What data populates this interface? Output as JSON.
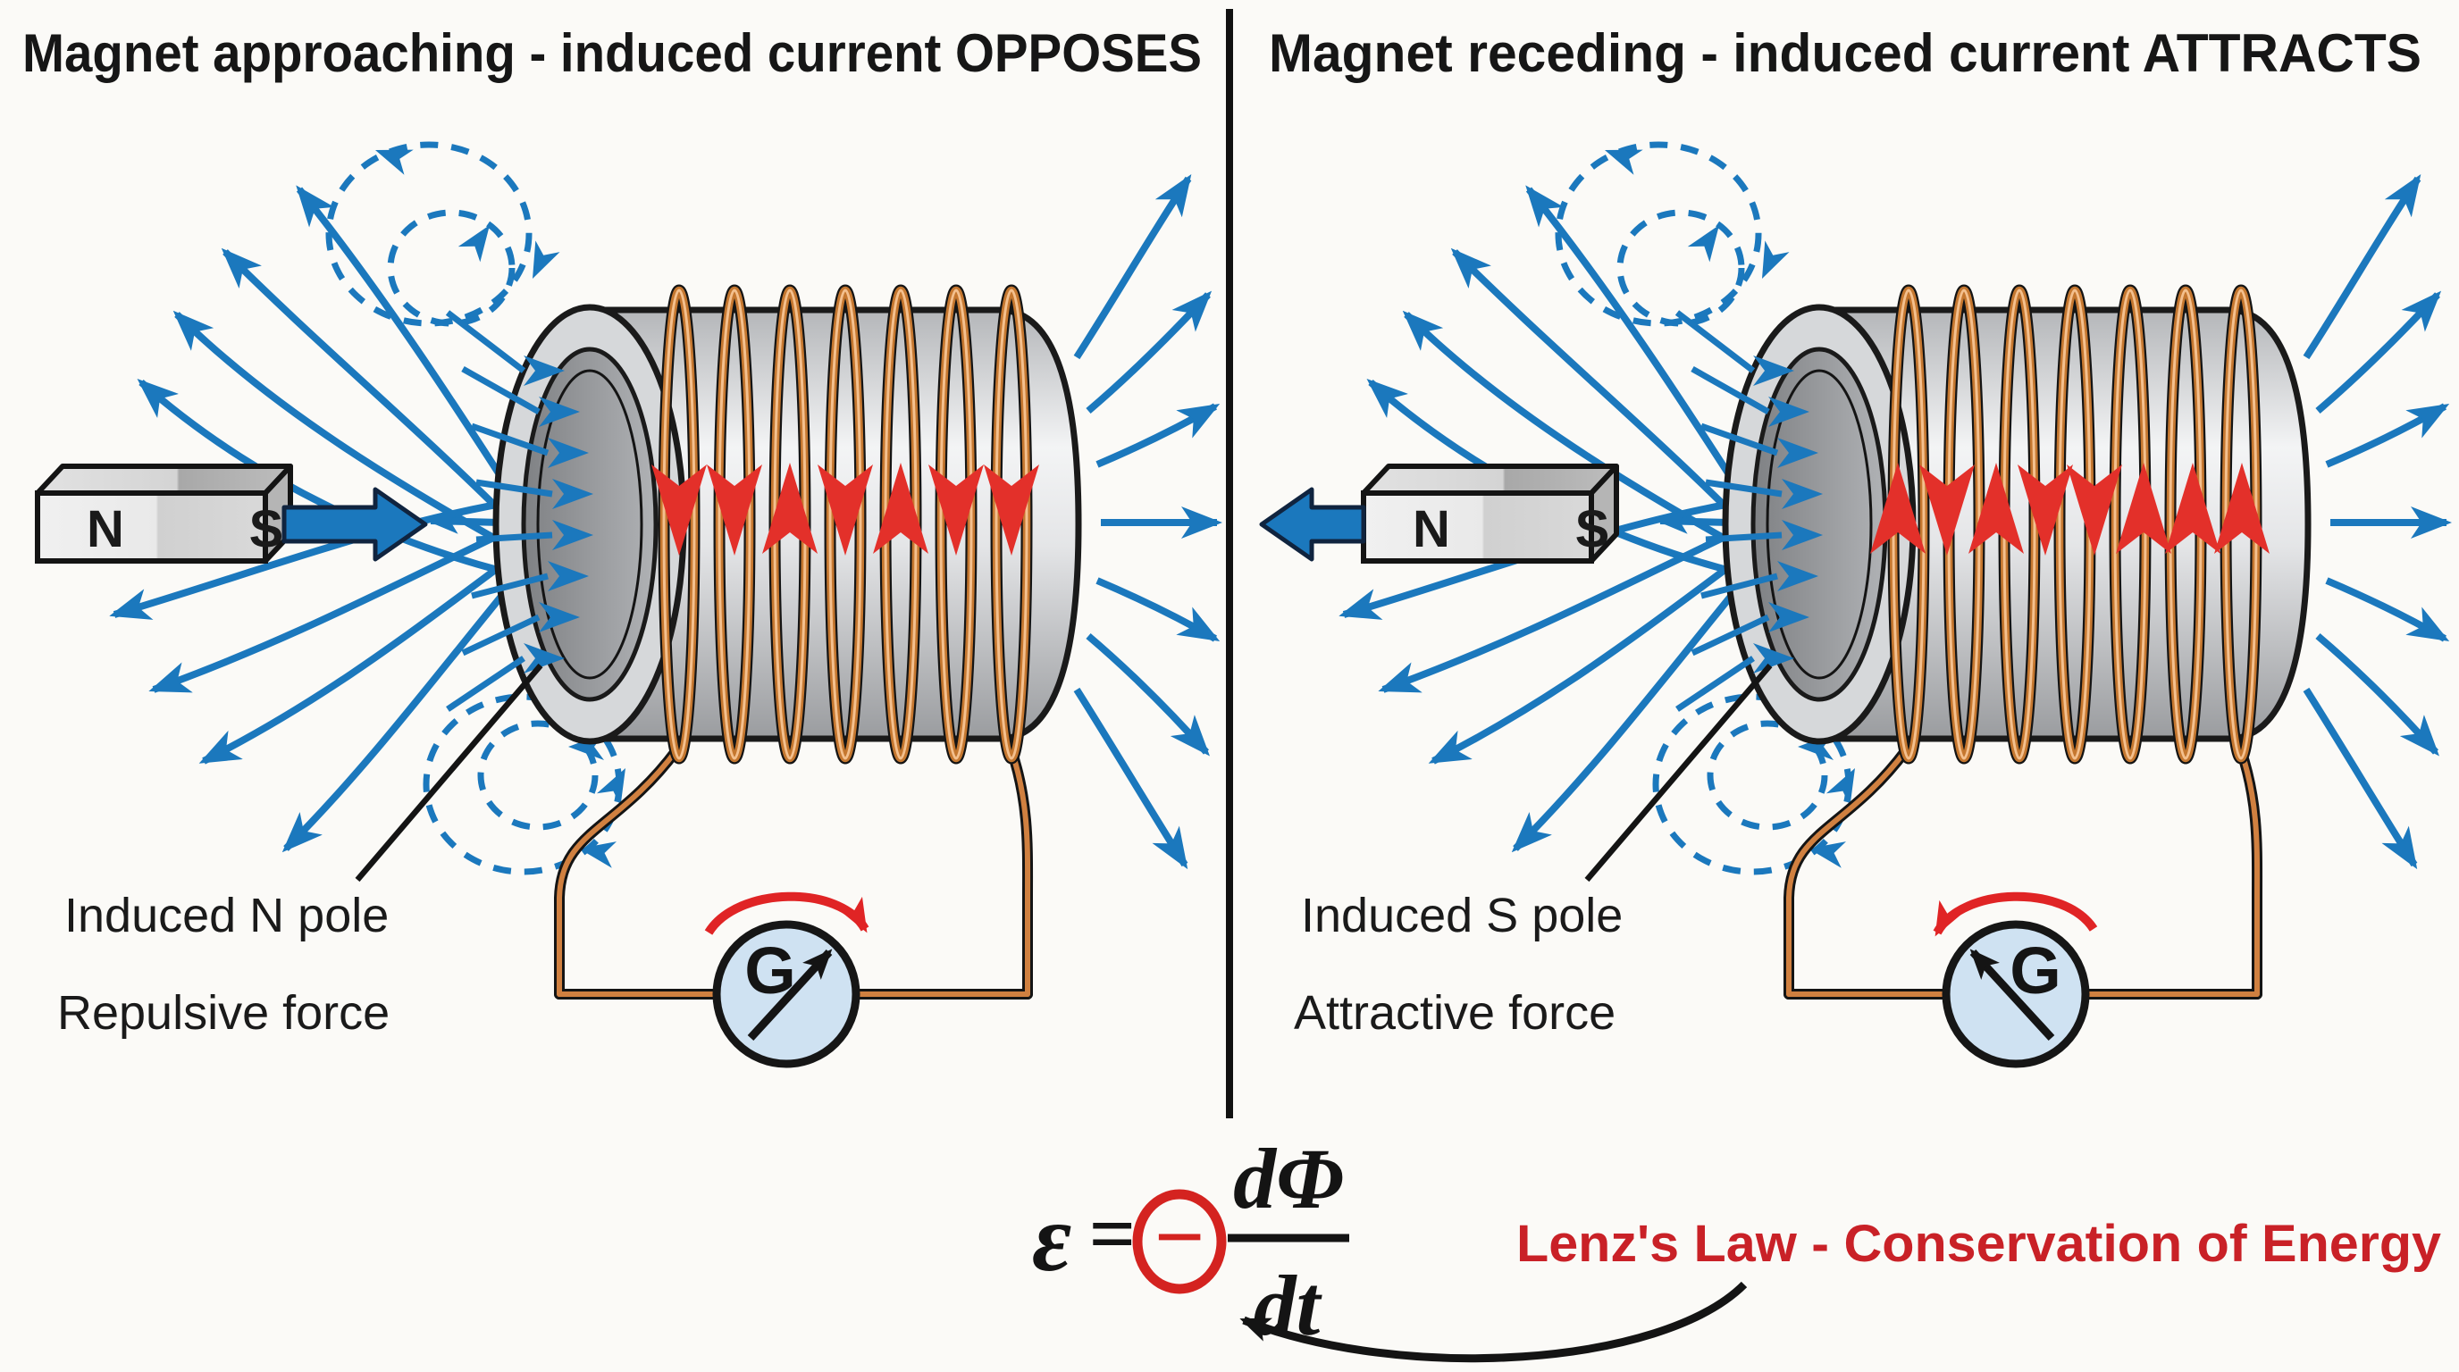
{
  "panels": [
    {
      "title": "Magnet approaching - induced current OPPOSES",
      "magnet": {
        "left_pole": "N",
        "right_pole": "S",
        "motion_direction": "right"
      },
      "coil": {
        "winding_turns": 7,
        "current_arrows": [
          "down",
          "down",
          "up",
          "down",
          "up",
          "down",
          "down"
        ]
      },
      "galvanometer": {
        "label": "G",
        "needle_direction": "up-right",
        "deflection_direction": "clockwise"
      },
      "annotations": {
        "pole_label": "Induced N pole",
        "force_label": "Repulsive force"
      }
    },
    {
      "title": "Magnet receding - induced current ATTRACTS",
      "magnet": {
        "left_pole": "N",
        "right_pole": "S",
        "motion_direction": "left"
      },
      "coil": {
        "winding_turns": 7,
        "current_arrows": [
          "up",
          "down",
          "up",
          "down",
          "down",
          "up",
          "up",
          "up"
        ]
      },
      "galvanometer": {
        "label": "G",
        "needle_direction": "up-left",
        "deflection_direction": "counterclockwise"
      },
      "annotations": {
        "pole_label": "Induced S pole",
        "force_label": "Attractive force"
      }
    }
  ],
  "formula": {
    "epsilon": "ε",
    "equals": "=",
    "sign": "−",
    "numerator": "dΦ",
    "denominator": "dt",
    "caption": "Lenz's Law - Conservation of Energy"
  },
  "colors": {
    "field_blue": "#1b78bd",
    "current_red": "#e3302a",
    "caption_red": "#c92127",
    "deflection_red": "#e02425",
    "copper": "#c5772f",
    "background": "#fbfaf7"
  }
}
